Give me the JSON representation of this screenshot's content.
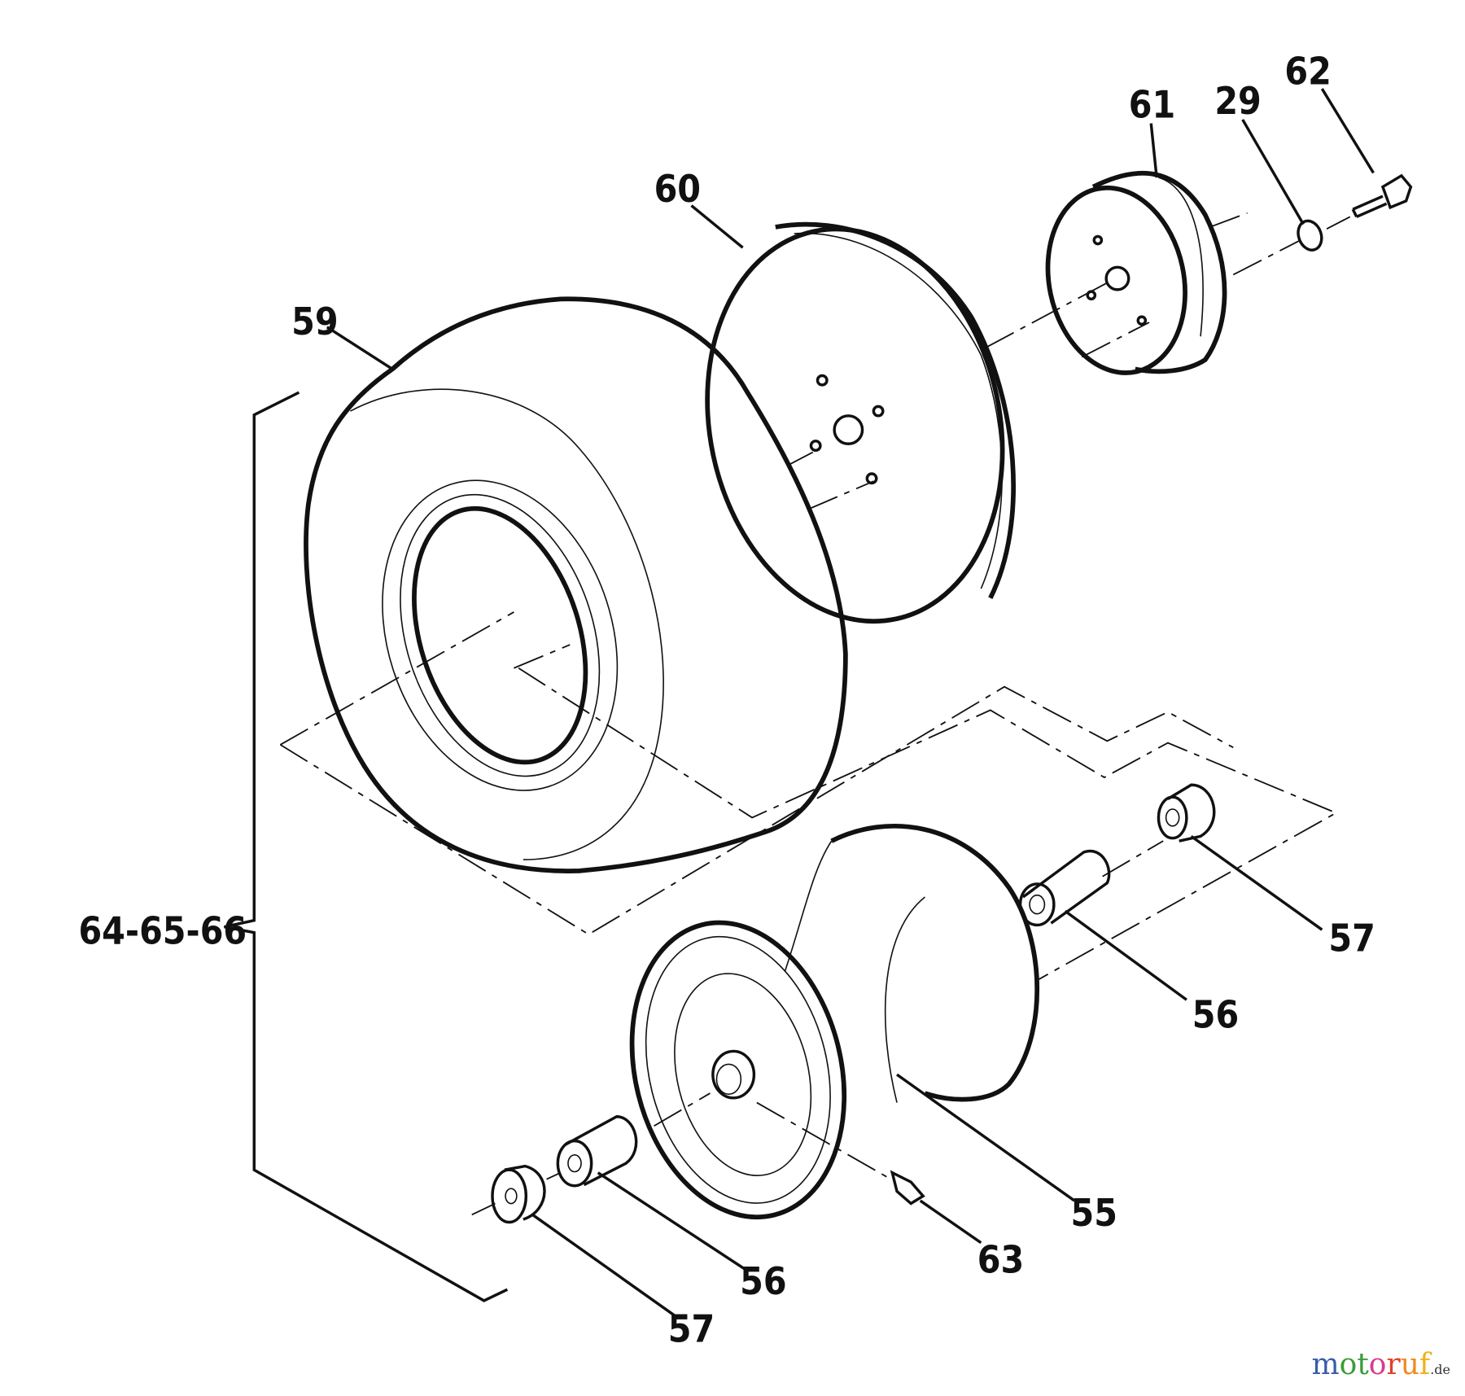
{
  "callouts": {
    "c59": "59",
    "c60": "60",
    "c61": "61",
    "c29": "29",
    "c62": "62",
    "c64": "64-65-66",
    "c57a": "57",
    "c56a": "56",
    "c55": "55",
    "c63": "63",
    "c56b": "56",
    "c57b": "57"
  },
  "watermark": {
    "text_main": "motoruf",
    "text_tld": ".de",
    "colors": [
      "#3b5bab",
      "#3a9c3a",
      "#d93c8c",
      "#e0402a",
      "#f0a020"
    ]
  }
}
